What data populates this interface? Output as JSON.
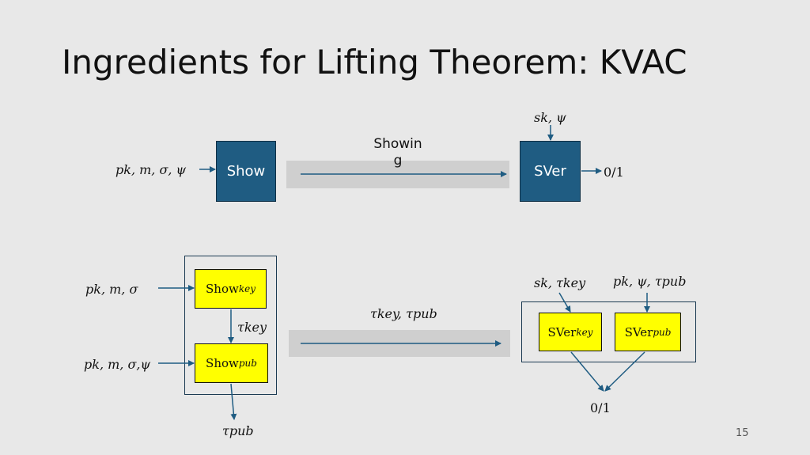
{
  "slide": {
    "title": "Ingredients for Lifting Theorem: KVAC",
    "page_number": "15"
  },
  "top": {
    "input_label": "pk, m, σ, ψ",
    "show_box": "Show",
    "channel_label_line1": "Showin",
    "channel_label_line2": "g",
    "verifier_input": "sk, ψ",
    "sver_box": "SVer",
    "output": "0/1"
  },
  "bottom": {
    "input1": "pk, m, σ",
    "input2": "pk, m, σ,ψ",
    "show_key_main": "Show",
    "show_key_sub": "key",
    "show_pub_main": "Show",
    "show_pub_sub": "pub",
    "tau_key": "τkey",
    "tau_pub": "τpub",
    "channel_label": "τkey, τpub",
    "verifier_input1": "sk, τkey",
    "verifier_input2": "pk, ψ, τpub",
    "sver_key_main": "SVer",
    "sver_key_sub": "key",
    "sver_pub_main": "SVer",
    "sver_pub_sub": "pub",
    "output": "0/1"
  },
  "colors": {
    "background": "#e8e8e8",
    "blue_box": "#1f5c82",
    "yellow_box": "#ffff00",
    "arrow": "#1f5c82",
    "band": "#cfcfcf"
  }
}
